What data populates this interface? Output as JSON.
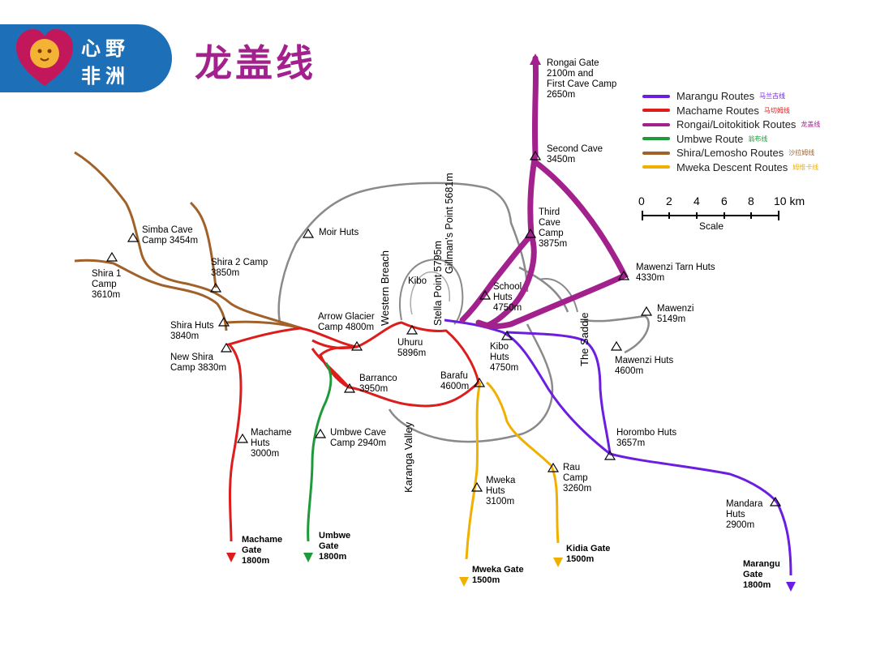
{
  "header": {
    "brand_line_1": "心野",
    "brand_line_2": "非洲",
    "title": "龙盖线",
    "brand_color": "#1d6fb8",
    "title_color": "#a3218d"
  },
  "legend": [
    {
      "label": "Marangu Routes",
      "cn": "马兰古线",
      "color": "#6b1ee0"
    },
    {
      "label": "Machame Routes",
      "cn": "马切姆线",
      "color": "#dd1c1c"
    },
    {
      "label": "Rongai/Loitokitiok Routes",
      "cn": "龙盖线",
      "color": "#a3218d"
    },
    {
      "label": "Umbwe Route",
      "cn": "翁布线",
      "color": "#1f9a3a"
    },
    {
      "label": "Shira/Lemosho Routes",
      "cn": "沙拉姆线",
      "color": "#a0622a"
    },
    {
      "label": "Mweka Descent Routes",
      "cn": "姆维卡线",
      "color": "#f0b000"
    }
  ],
  "scale": {
    "ticks": [
      "0",
      "2",
      "4",
      "6",
      "8",
      "10 km"
    ],
    "label": "Scale"
  },
  "camps": {
    "rongai_gate": "Rongai Gate\n2100m and\nFirst Cave Camp\n2650m",
    "second_cave": "Second Cave\n3450m",
    "third_cave": "Third\nCave\nCamp\n3875m",
    "mawenzi_tarn": "Mawenzi Tarn Huts\n4330m",
    "mawenzi": "Mawenzi\n5149m",
    "mawenzi_huts": "Mawenzi Huts\n4600m",
    "school_huts": "School\nHuts\n4750m",
    "kibo_huts": "Kibo\nHuts\n4750m",
    "horombo": "Horombo Huts\n3657m",
    "mandara": "Mandara\nHuts\n2900m",
    "marangu_gate": "Marangu\nGate\n1800m",
    "simba_cave": "Simba Cave\nCamp 3454m",
    "shira1": "Shira 1\nCamp\n3610m",
    "shira2": "Shira 2 Camp\n3850m",
    "moir": "Moir Huts",
    "shira_huts": "Shira Huts\n3840m",
    "new_shira": "New Shira\nCamp 3830m",
    "arrow_glacier": "Arrow Glacier\nCamp 4800m",
    "kibo": "Kibo",
    "uhuru": "Uhuru\n5896m",
    "barranco": "Barranco\n3950m",
    "barafu": "Barafu\n4600m",
    "machame_huts": "Machame\nHuts\n3000m",
    "umbwe_cave": "Umbwe Cave\nCamp 2940m",
    "mweka_huts": "Mweka\nHuts\n3100m",
    "rau_camp": "Rau\nCamp\n3260m",
    "machame_gate": "Machame\nGate\n1800m",
    "umbwe_gate": "Umbwe\nGate\n1800m",
    "mweka_gate": "Mweka Gate\n1500m",
    "kidia_gate": "Kidia Gate\n1500m"
  },
  "vertical_labels": {
    "western_breach": "Western Breach",
    "stella_point": "Stella Point\n5795m",
    "gillmans_point": "Gillman's\nPoint 5681m",
    "the_saddle": "The Saddle",
    "karanga_valley": "Karanga Valley"
  }
}
